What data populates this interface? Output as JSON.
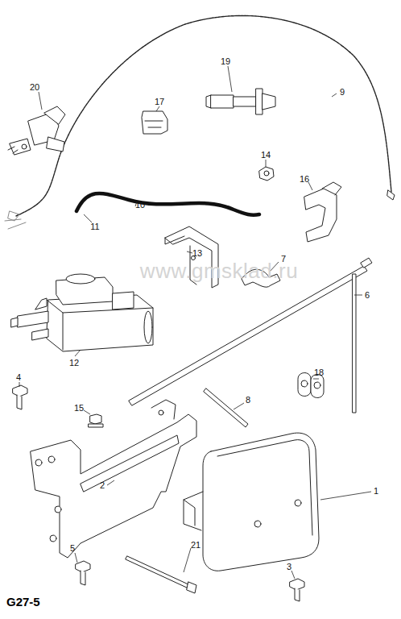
{
  "diagram": {
    "labels": [
      "20",
      "19",
      "9",
      "17",
      "14",
      "16",
      "10",
      "11",
      "13",
      "7",
      "6",
      "12",
      "4",
      "18",
      "15",
      "8",
      "2",
      "1",
      "5",
      "21",
      "3",
      "www.gmsklad.ru",
      "G27-5"
    ]
  }
}
